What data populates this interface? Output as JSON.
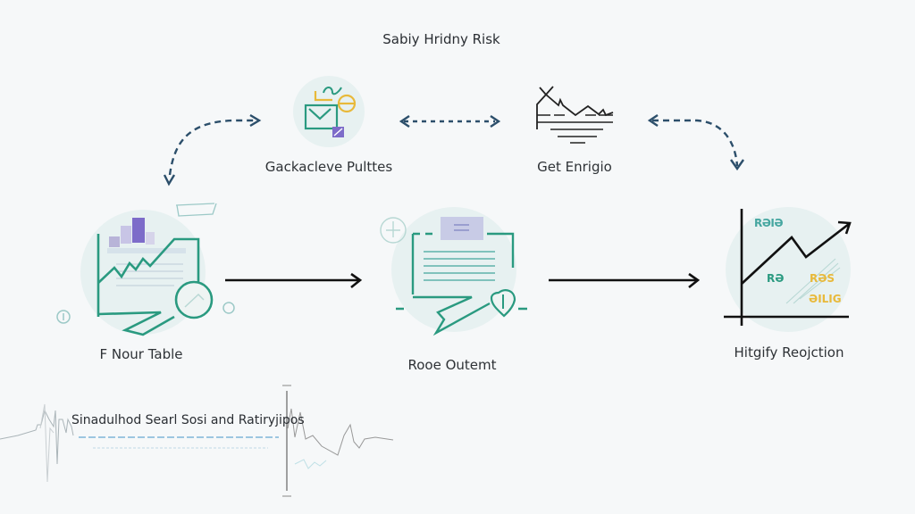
{
  "diagram": {
    "title": "Sabiy Hridny Risk",
    "nodes": [
      {
        "id": "top-left",
        "label": "Gackacleve Pulttes",
        "icon": "envelope-document-icon"
      },
      {
        "id": "top-right",
        "label": "Get Enrigio",
        "icon": "landscape-chart-icon"
      },
      {
        "id": "left",
        "label": "F Nour Table",
        "icon": "report-magnifier-icon"
      },
      {
        "id": "center",
        "label": "Rooe Outemt",
        "icon": "document-shield-icon"
      },
      {
        "id": "right",
        "label": "Hitgify Reojction",
        "icon": "growth-chart-icon"
      }
    ],
    "right_chart_labels": [
      "RƏIƏ",
      "RƏ",
      "RƏS",
      "ƏILIG"
    ],
    "bottom": {
      "caption": "Sinadulhod Searl Sosi and Ratiryjipos"
    },
    "edges": [
      {
        "from": "left",
        "to": "top-left",
        "style": "dashed",
        "direction": "bidirectional"
      },
      {
        "from": "top-left",
        "to": "top-right",
        "style": "dashed",
        "direction": "bidirectional"
      },
      {
        "from": "top-right",
        "to": "right",
        "style": "dashed",
        "direction": "bidirectional"
      },
      {
        "from": "left",
        "to": "center",
        "style": "solid",
        "direction": "forward"
      },
      {
        "from": "center",
        "to": "right",
        "style": "solid",
        "direction": "forward"
      }
    ],
    "colors": {
      "teal": "#2a9a80",
      "navy": "#2c4f6b",
      "yellow": "#e8b93a",
      "purple": "#7d6cc9",
      "circle": "#e7f1f1",
      "black": "#141414"
    }
  }
}
